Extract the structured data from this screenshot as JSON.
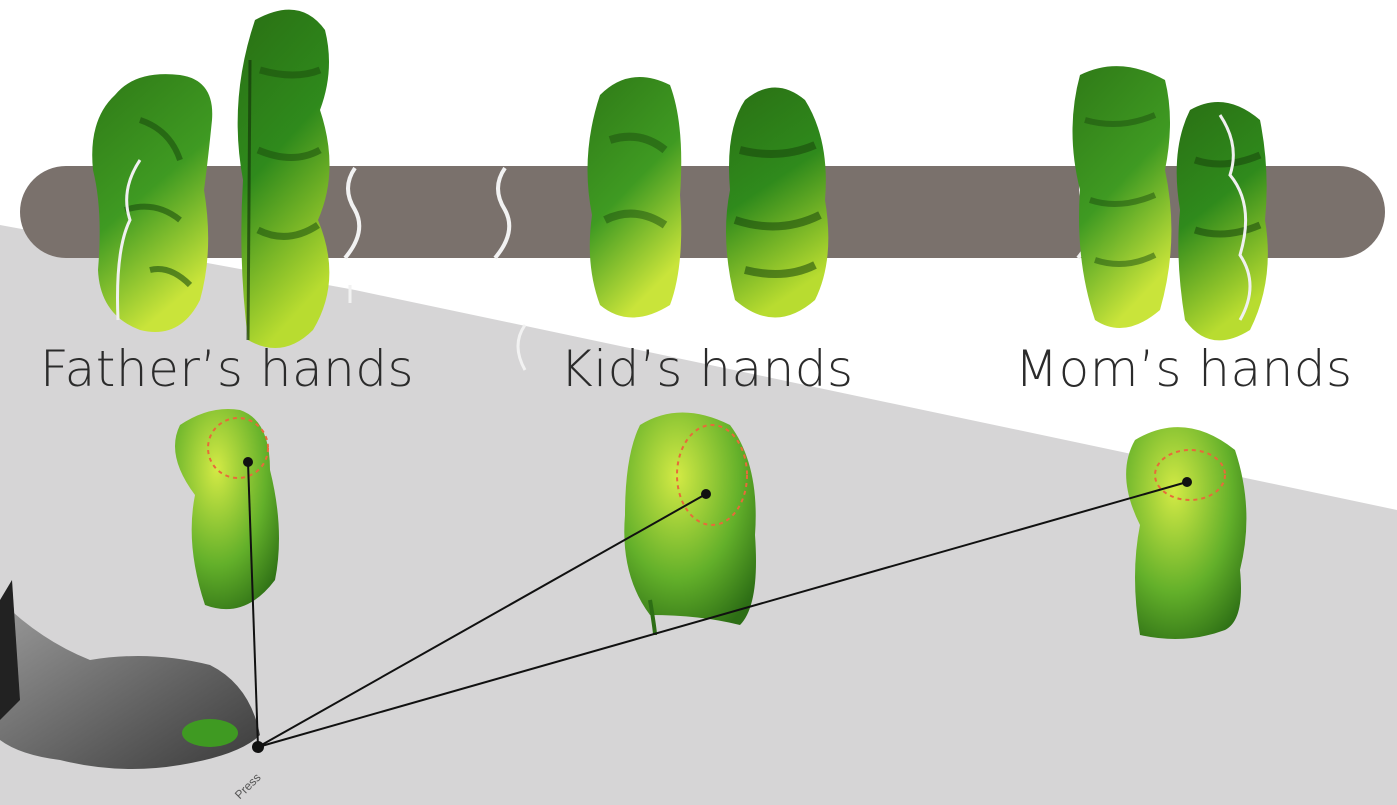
{
  "groups": [
    {
      "id": "father",
      "label": "Father’s hands"
    },
    {
      "id": "kid",
      "label": "Kid’s hands"
    },
    {
      "id": "mom",
      "label": "Mom’s hands"
    }
  ],
  "press_label": "Press",
  "colors": {
    "rod": "#7a716c",
    "floor": "#d6d5d6",
    "grip_dark": "#1f5a12",
    "grip_mid": "#3f8f1f",
    "grip_light": "#c8e23a",
    "contact_line": "#111111",
    "outline": "#e86a3a"
  }
}
